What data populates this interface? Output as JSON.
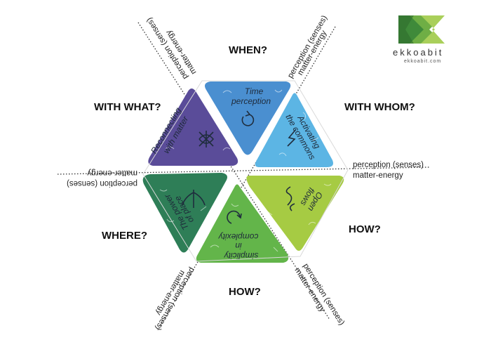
{
  "logo": {
    "name": "ekkoabit",
    "url": "ekkoabit.com",
    "colors": [
      "#3f8a3a",
      "#6fae45",
      "#a9cf5a"
    ]
  },
  "questions": {
    "top": "WHEN?",
    "top_right": "WITH WHOM?",
    "bottom_right": "HOW?",
    "bottom": "HOW?",
    "bottom_left": "WHERE?",
    "top_left": "WITH WHAT?"
  },
  "axis_labels": {
    "perception": "perception (senses)",
    "matter": "matter-energy"
  },
  "segments": [
    {
      "id": "time",
      "lines": [
        "Time",
        "perception"
      ],
      "color": "#4a8fd0"
    },
    {
      "id": "commons",
      "lines": [
        "Activating",
        "the commons"
      ],
      "color": "#5cb5e4"
    },
    {
      "id": "flows",
      "lines": [
        "Open",
        "flows"
      ],
      "color": "#a6cb43"
    },
    {
      "id": "simplicity",
      "lines": [
        "simplicity",
        "in",
        "complexity"
      ],
      "color": "#63b54a"
    },
    {
      "id": "place",
      "lines": [
        "The power",
        "of place"
      ],
      "color": "#2e7e57"
    },
    {
      "id": "matter",
      "lines": [
        "Reconnecting",
        "with matter"
      ],
      "color": "#5a4c99"
    }
  ]
}
